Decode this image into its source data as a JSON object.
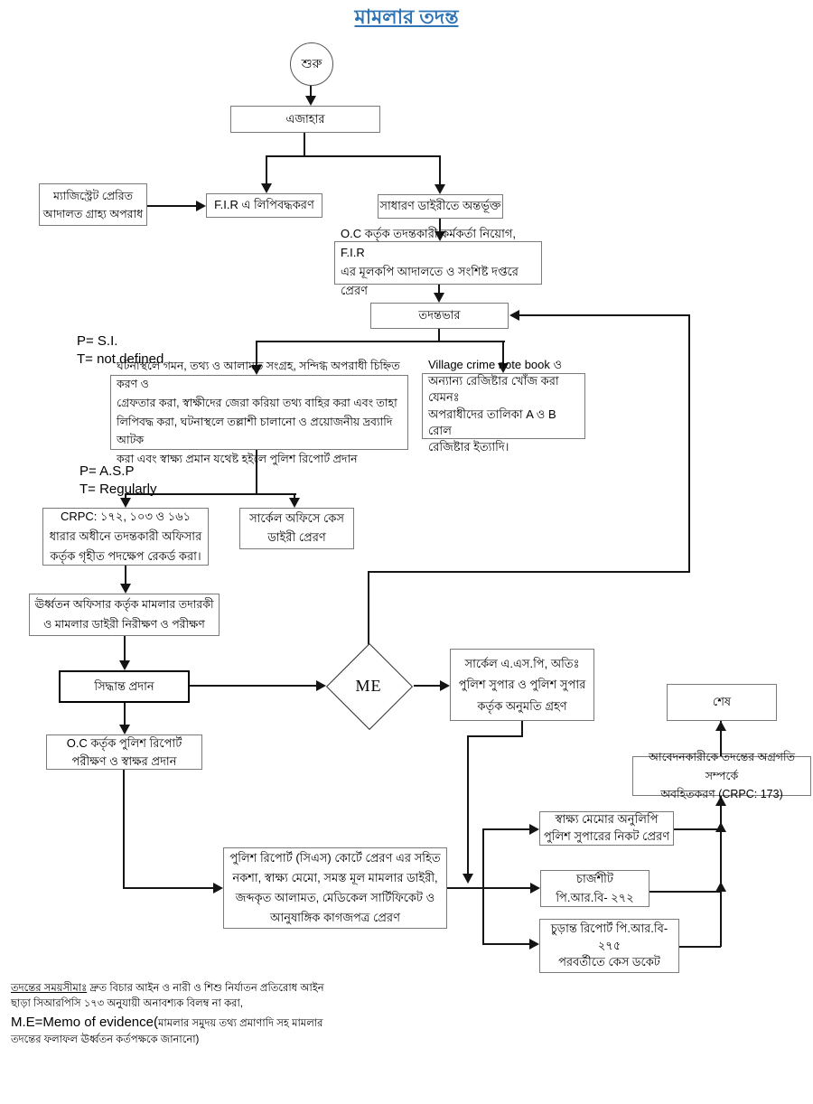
{
  "title": "মামলার তদন্ত",
  "nodes": {
    "start": "শুরু",
    "ejahar": "এজাহার",
    "magistrate": "ম্যাজিস্ট্রেট প্রেরিত\nআদালত গ্রাহ্য অপরাধ",
    "fir": "F.I.R এ লিপিবদ্ধকরণ",
    "gd": "সাধারণ ডাইরীতে অন্তর্ভূক্ত",
    "oc_assign": "O.C কর্তৃক তদন্তকারী কর্মকর্তা নিয়োগ, F.I.R\nএর মূলকপি আদালতে ও সংশিষ্ট দপ্তরে প্রেরণ",
    "charge": "তদন্তভার",
    "scene": "ঘটনাস্থলে গমন, তথ্য ও আলামত সংগ্রহ, সন্দিগ্ধ অপরাধী চিহ্নিত করণ ও\nগ্রেফতার করা, স্বাক্ষীদের জেরা করিয়া তথ্য বাহির করা এবং তাহা\nলিপিবদ্ধ করা, ঘটনাস্থলে তল্লাশী চালানো ও প্রয়োজনীয় দ্রব্যাদি আটক\nকরা এবং স্বাক্ষ্য প্রমান যথেষ্ট হইলে পুলিশ রিপোর্ট প্রদান",
    "village": "Village crime note book ও\nঅন্যান্য রেজিষ্টার খোঁজ করা যেমনঃ\nঅপরাধীদের তালিকা A ও B রোল\nরেজিষ্টার ইত্যাদি।",
    "crpc": "CRPC: ১৭২, ১০৩ ও ১৬১\nধারার অধীনে তদন্তকারী অফিসার\nকর্তৃক গৃহীত পদক্ষেপ রেকর্ড করা।",
    "circle_office": "সার্কেল অফিসে কেস\nডাইরী প্রেরণ",
    "superior": "ঊর্ধ্বতন অফিসার কর্তৃক মামলার তদারকী\nও মামলার ডাইরী নিরীক্ষণ ও পরীক্ষণ",
    "decision": "সিদ্ধান্ত প্রদান",
    "me": "ME",
    "asp_approval": "সার্কেল এ.এস.পি, অতিঃ\nপুলিশ সুপার ও পুলিশ সুপার\nকর্তৃক অনুমতি গ্রহণ",
    "end": "শেষ",
    "inform": "আবেদনকারীকে তদন্তের অগ্রগতি সম্পর্কে\nঅবহিতকরণ (CRPC: 173)",
    "oc_report": "O.C কর্তৃক পুলিশ রিপোর্ট\nপরীক্ষণ ও স্বাক্ষর প্রদান",
    "court_send": "পুলিশ রিপোর্ট (সিএস) কোর্টে প্রেরণ এর সহিত\nনকশা, স্বাক্ষ্য মেমো, সমস্ত মূল মামলার ডাইরী,\nজব্দকৃত আলামত, মেডিকেল সার্টিফিকেট ও\nআনুষাঙ্গিক কাগজপত্র প্রেরণ",
    "memo_copy": "স্বাক্ষ্য মেমোর অনুলিপি\nপুলিশ সুপারের নিকট প্রেরণ",
    "chargesheet": "চার্জশীট\nপি.আর.বি- ২৭২",
    "final_report": "চুড়ান্ত রিপোর্ট পি.আর.বি-\n২৭৫\nপরবর্তীতে কেস ডকেট"
  },
  "annotations": {
    "si": "P= S.I.\nT= not defined",
    "asp": "P= A.S.P\nT= Regularly"
  },
  "footnotes": {
    "line1_underlined": "তদন্তের সময়সীমাঃ",
    "line1_rest": " দ্রুত বিচার আইন ও নারী ও শিশু নির্যাতন প্রতিরোধ আইন",
    "line2": "ছাড়া সিআরপিসি ১৭৩ অনুযায়ী অনাবশ্যক বিলম্ব না করা,",
    "line3_latin": "M.E=Memo of evidence(",
    "line3_rest": "মামলার সমুদয় তথ্য প্রমাণাদি সহ মামলার",
    "line4": "তদন্তের ফলাফল ঊর্ধ্বতন কর্তপক্ষকে জানানো)"
  },
  "colors": {
    "title_blue": "#2e74b5",
    "line_black": "#141414",
    "box_border_gray": "#7a7a7a"
  }
}
